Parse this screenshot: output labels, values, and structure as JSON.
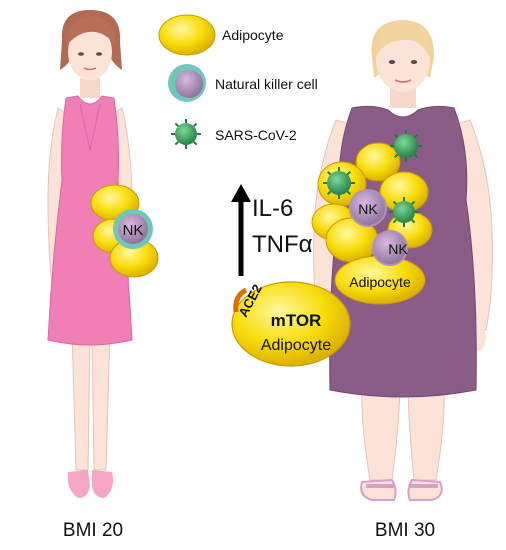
{
  "legend": {
    "adipocyte": "Adipocyte",
    "nk_cell": "Natural killer cell",
    "virus": "SARS-CoV-2"
  },
  "left_figure": {
    "caption": "BMI 20",
    "nk_label": "NK"
  },
  "right_figure": {
    "caption": "BMI 30",
    "nk_label_1": "NK",
    "nk_label_2": "NK",
    "adipocyte_label": "Adipocyte"
  },
  "center": {
    "cytokine_1": "IL-6",
    "cytokine_2": "TNFα",
    "receptor": "ACE2",
    "cell_line_1": "mTOR",
    "cell_line_2": "Adipocyte"
  },
  "colors": {
    "adipocyte": "#f5d600",
    "nk_cell": "#8a6f98",
    "nk_rim": "#6ec7b8",
    "virus": "#2e9a55",
    "left_dress": "#f07fb5",
    "right_dress": "#8a5c86",
    "skin": "#fbe3d8"
  }
}
